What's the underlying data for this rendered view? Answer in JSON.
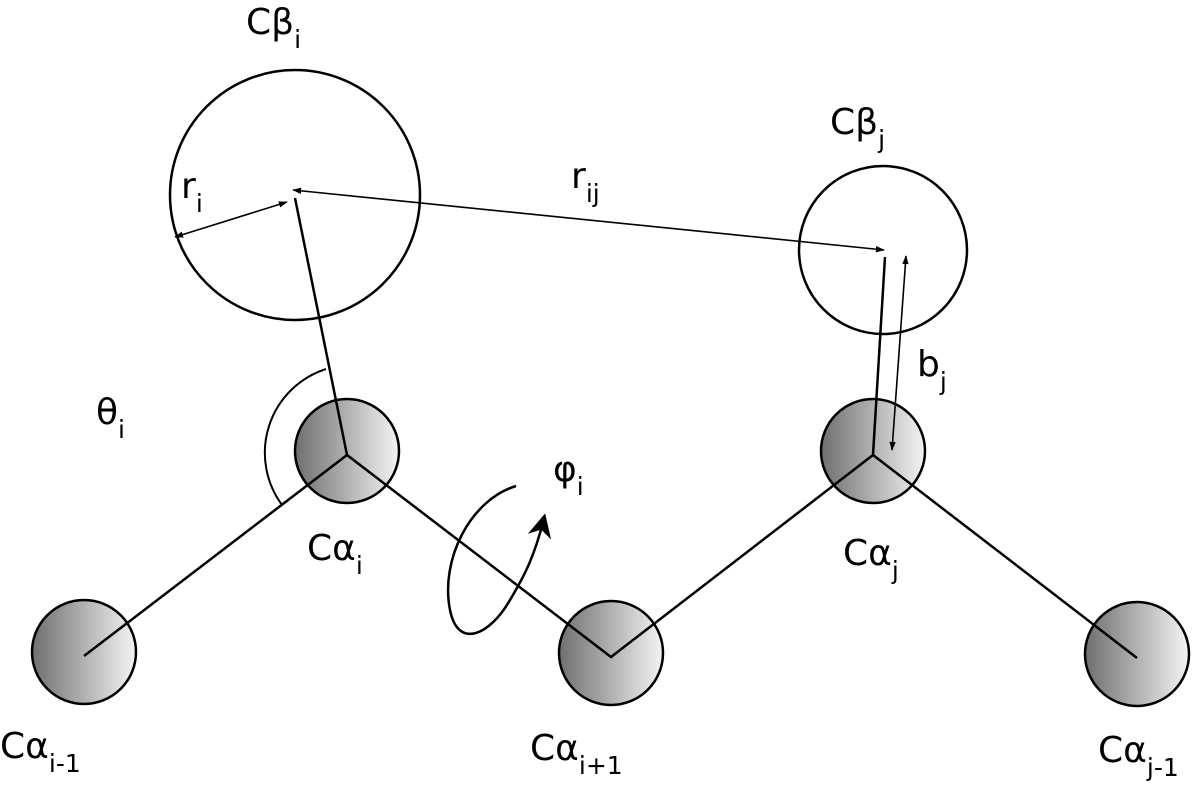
{
  "labels": {
    "cb_i": {
      "base": "Cβ",
      "sub": "i"
    },
    "cb_j": {
      "base": "Cβ",
      "sub": "j"
    },
    "r_i": {
      "base": "r",
      "sub": "i"
    },
    "r_ij": {
      "base": "r",
      "sub": "ij"
    },
    "b_j": {
      "base": "b",
      "sub": "j"
    },
    "theta_i": {
      "base": "θ",
      "sub": "i"
    },
    "phi_i": {
      "base": "φ",
      "sub": "i"
    },
    "ca_i": {
      "base": "Cα",
      "sub": "i"
    },
    "ca_j": {
      "base": "Cα",
      "sub": "j"
    },
    "ca_im1": {
      "base": "Cα",
      "sub": "i-1"
    },
    "ca_ip1": {
      "base": "Cα",
      "sub": "i+1"
    },
    "ca_jm1": {
      "base": "Cα",
      "sub": "j-1"
    }
  },
  "colors": {
    "atom_dark": "#6f6f6f",
    "atom_light": "#f4f4f4",
    "stroke": "#000000"
  }
}
